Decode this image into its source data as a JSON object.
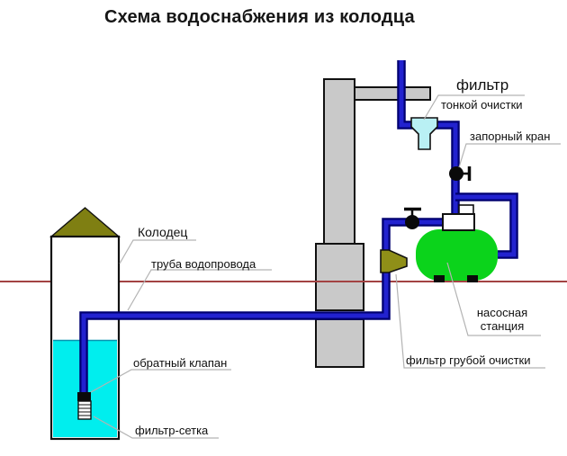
{
  "title": "Схема водоснабжения из колодца",
  "labels": {
    "well": "Колодец",
    "water_pipe": "труба водопровода",
    "check_valve": "обратный клапан",
    "mesh_filter": "фильтр-сетка",
    "fine_filter_line1": "фильтр",
    "fine_filter_line2": "тонкой очистки",
    "shutoff_valve": "запорный кран",
    "pump_station_line1": "насосная",
    "pump_station_line2": "станция",
    "coarse_filter": "фильтр грубой очистки"
  },
  "colors": {
    "pipe_core": "#2222cf",
    "pipe_edge": "#000070",
    "water": "#00eeee",
    "water_line": "#0894b0",
    "tank": "#0bd31b",
    "roof": "#7f7f12",
    "coarse_filter": "#8f8f18",
    "fine_filter": "#b9f0f4",
    "wall": "#c9c9c9",
    "ground": "#a34343",
    "leader": "#b3b3b3",
    "outline": "#111111"
  }
}
